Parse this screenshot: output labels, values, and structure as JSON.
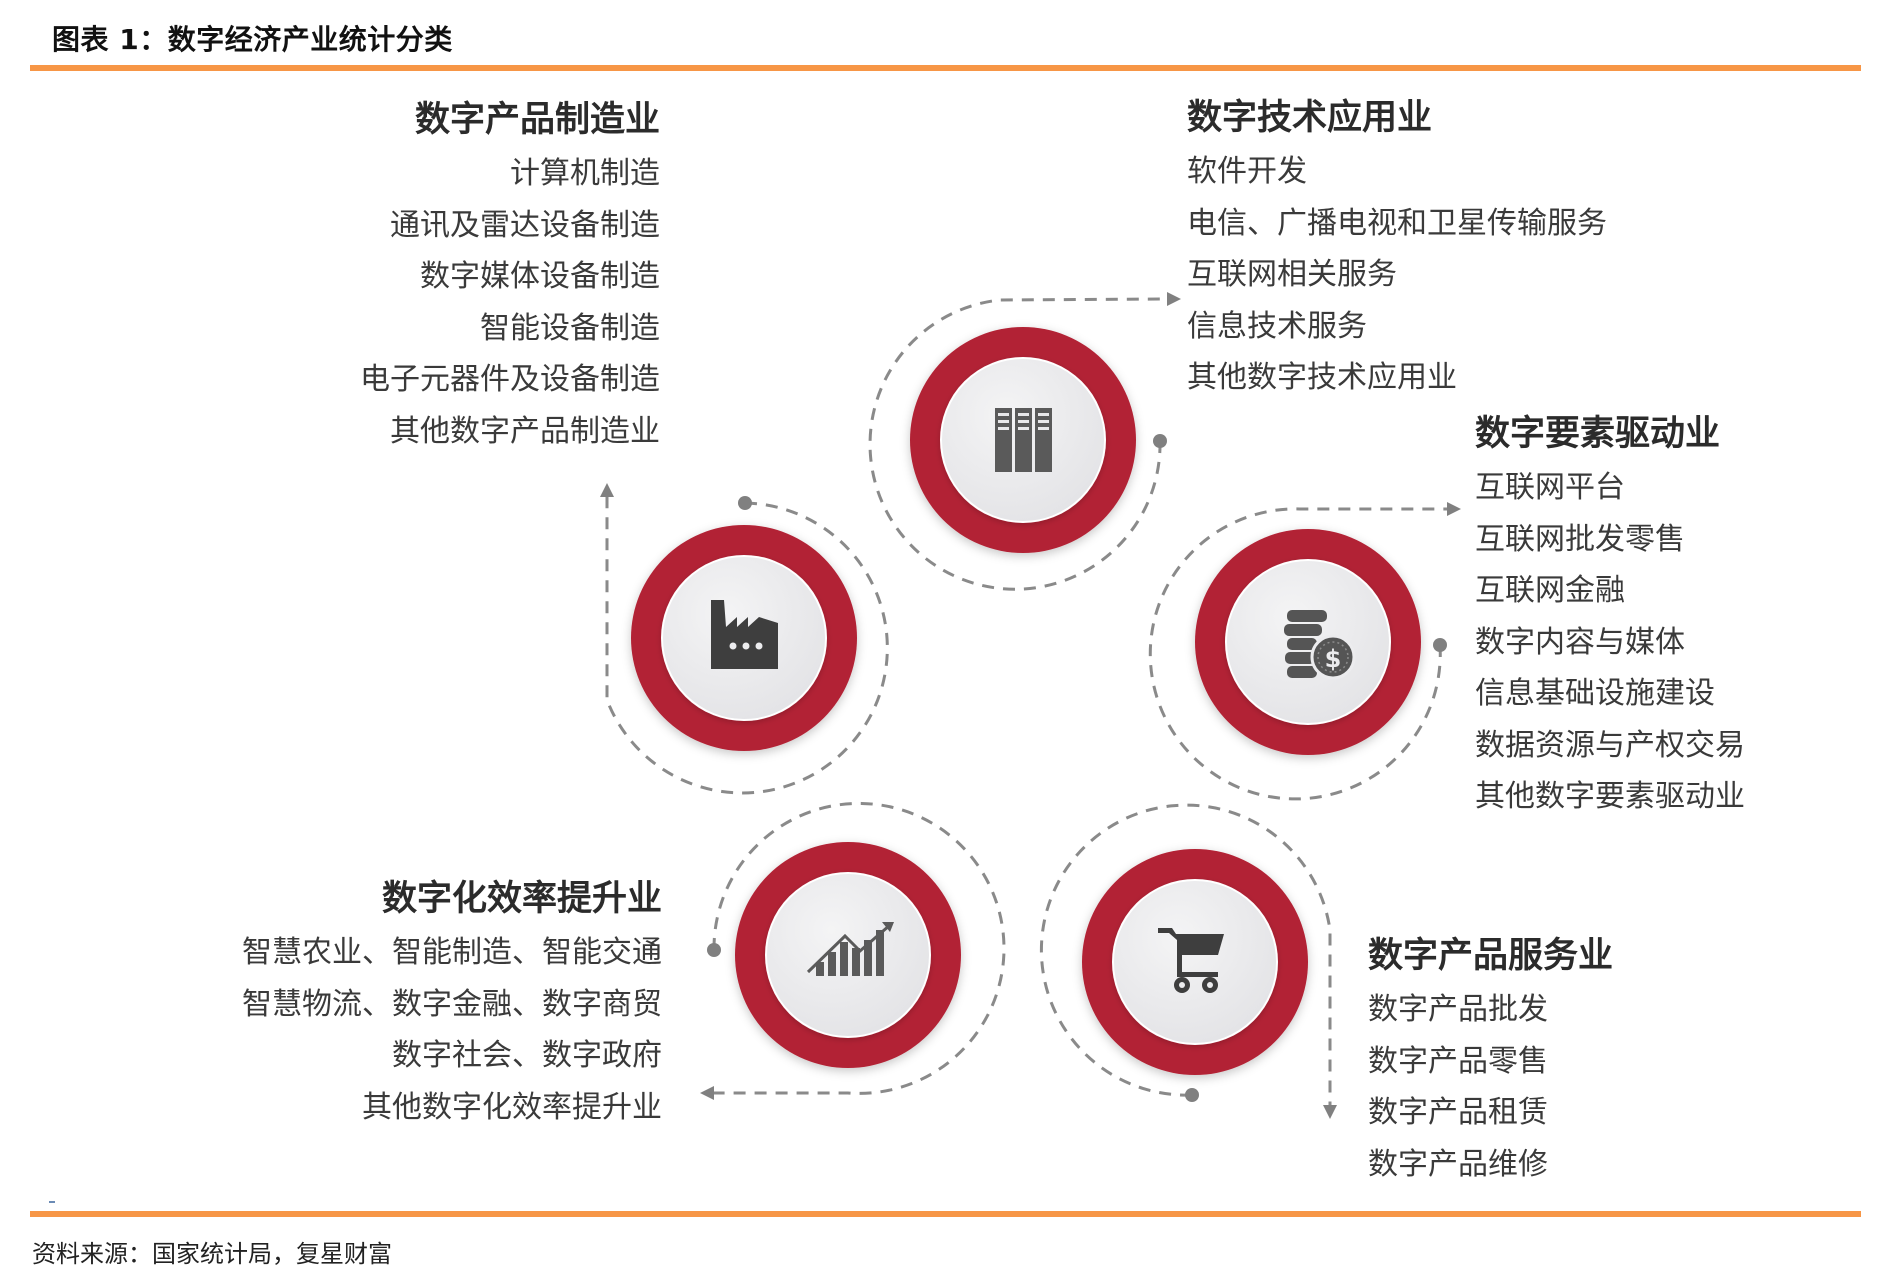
{
  "figure": {
    "title": "图表 1：数字经济产业统计分类",
    "source": "资料来源：国家统计局，复星财富"
  },
  "colors": {
    "accent_rule": "#f79646",
    "ring_red": "#b22234",
    "inner_fill": "#ececee",
    "icon_gray": "#555555",
    "dash_gray": "#8a8a8a",
    "heading_text": "#2b2b2b",
    "item_text": "#3a3a3a"
  },
  "categories": [
    {
      "id": "manufacturing",
      "heading": "数字产品制造业",
      "icon": "factory-icon",
      "items": [
        "计算机制造",
        "通讯及雷达设备制造",
        "数字媒体设备制造",
        "智能设备制造",
        "电子元器件及设备制造",
        "其他数字产品制造业"
      ]
    },
    {
      "id": "tech_application",
      "heading": "数字技术应用业",
      "icon": "server-rack-icon",
      "items": [
        "软件开发",
        "电信、广播电视和卫星传输服务",
        "互联网相关服务",
        "信息技术服务",
        "其他数字技术应用业"
      ]
    },
    {
      "id": "factor_driven",
      "heading": "数字要素驱动业",
      "icon": "coins-dollar-icon",
      "items": [
        "互联网平台",
        "互联网批发零售",
        "互联网金融",
        "数字内容与媒体",
        "信息基础设施建设",
        "数据资源与产权交易",
        "其他数字要素驱动业"
      ]
    },
    {
      "id": "product_services",
      "heading": "数字产品服务业",
      "icon": "shopping-cart-icon",
      "items": [
        "数字产品批发",
        "数字产品零售",
        "数字产品租赁",
        "数字产品维修"
      ]
    },
    {
      "id": "efficiency",
      "heading": "数字化效率提升业",
      "icon": "growth-chart-icon",
      "items": [
        "智慧农业、智能制造、智能交通",
        "智慧物流、数字金融、数字商贸",
        "数字社会、数字政府",
        "其他数字化效率提升业"
      ]
    }
  ]
}
